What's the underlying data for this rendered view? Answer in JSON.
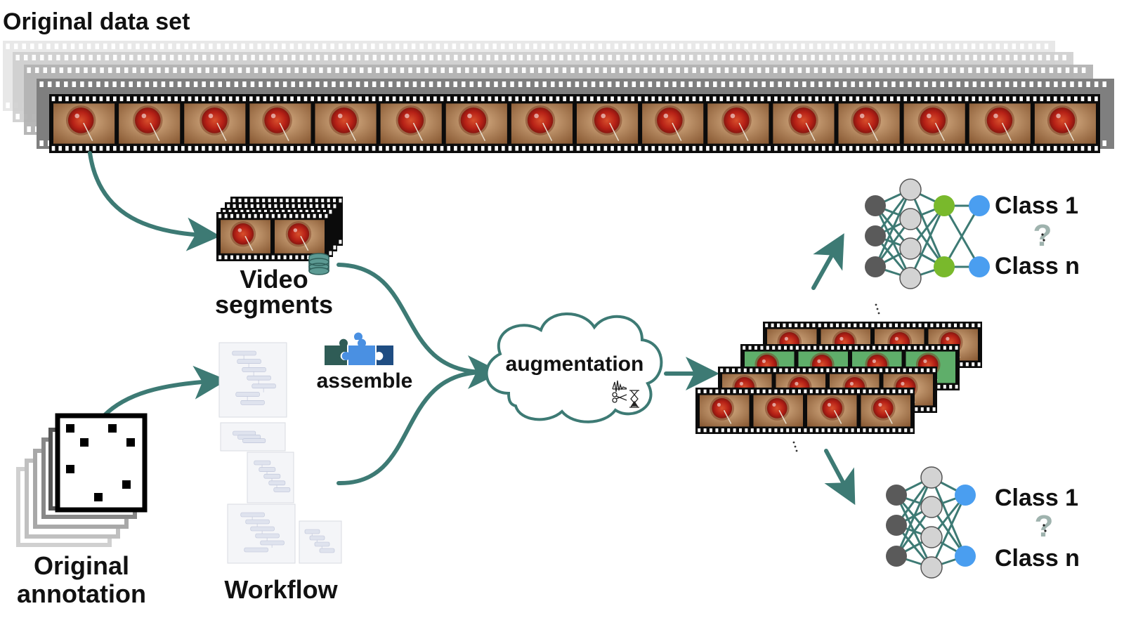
{
  "title": "Original data set",
  "labels": {
    "video_segments_line1": "Video",
    "video_segments_line2": "segments",
    "annotation_line1": "Original",
    "annotation_line2": "annotation",
    "workflow": "Workflow",
    "assemble": "assemble",
    "augmentation": "augmentation",
    "top_network_class_first": "Class 1",
    "top_network_class_last": "Class n",
    "bottom_network_class_first": "Class 1",
    "bottom_network_class_last": "Class n"
  },
  "colors": {
    "arrow": "#3d7a74",
    "node_dark": "#5a5a5a",
    "node_light": "#d3d3d3",
    "node_green": "#79b92c",
    "node_blue": "#4a9ef0",
    "connection": "#3d7a74",
    "film_frame": "#0b0b0b",
    "eye_red": "#b52016",
    "eye_bg": "#c89a6c",
    "question_mark": "#9fb3ae"
  },
  "icons": {
    "puzzle": "puzzle-icon",
    "database": "database-icon",
    "augmentation_tools": "waveform-scissors-hourglass-icon",
    "question": "question-mark-icon"
  }
}
